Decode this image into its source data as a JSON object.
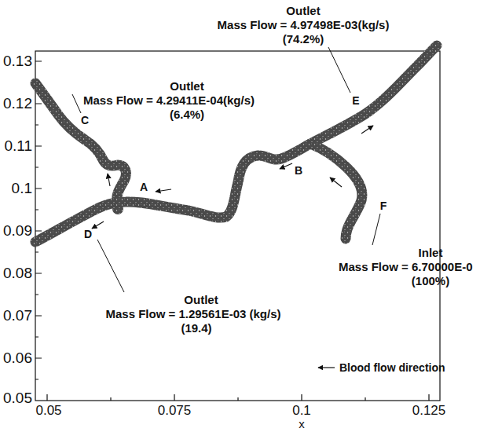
{
  "diagram": {
    "labels": [
      "Outlet",
      "Mass Flow = 4.97498E-03(kg/s)",
      "(74.2%)",
      "Outlet",
      "Mass Flow = 4.29411E-04(kg/s)",
      "(6.4%)",
      "0.13",
      "0.12",
      "C",
      "0.11",
      "E",
      "B",
      "0.1",
      "A",
      "F",
      "Inlet",
      "Mass Flow = 6.70000E-0",
      "(100%)",
      "0.09",
      "0.08",
      "D",
      "Outlet",
      "Mass Flow = 1.29561E-03 (kg/s)",
      "(19.4)",
      "0.07",
      "0.06",
      "Blood flow direction",
      "0.05",
      "0.05",
      "0.075",
      "0.1",
      "0.125",
      "x"
    ]
  }
}
